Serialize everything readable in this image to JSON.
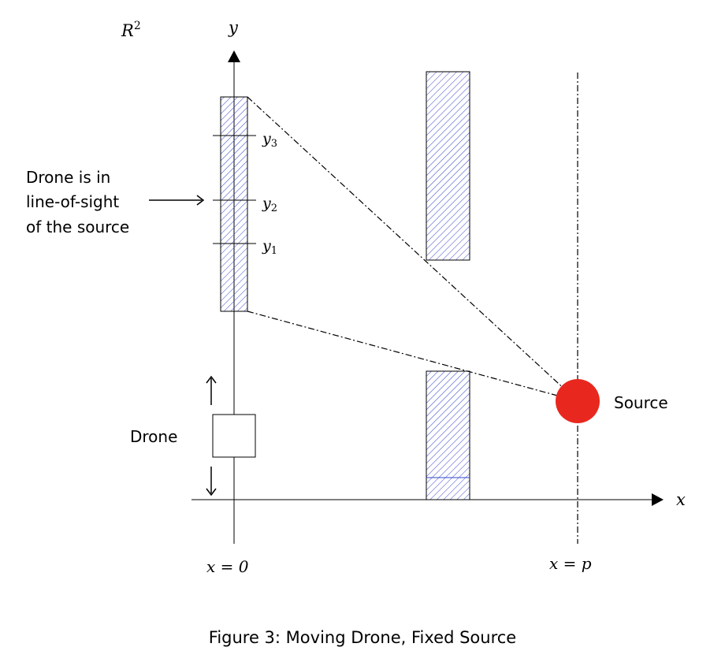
{
  "labels": {
    "space": "R",
    "space_exp": "2",
    "y_axis": "y",
    "x_axis": "x",
    "y3": "y",
    "y3_sub": "3",
    "y2": "y",
    "y2_sub": "2",
    "y1": "y",
    "y1_sub": "1",
    "annotation_line1": "Drone is in",
    "annotation_line2": "line-of-sight",
    "annotation_line3": "of the source",
    "drone": "Drone",
    "source": "Source",
    "x_zero": "x = 0",
    "x_p": "x = p",
    "caption": "Figure 3: Moving Drone, Fixed Source"
  },
  "colors": {
    "hatch": "#3344cc",
    "source": "#e8281e",
    "ink": "#000000"
  }
}
